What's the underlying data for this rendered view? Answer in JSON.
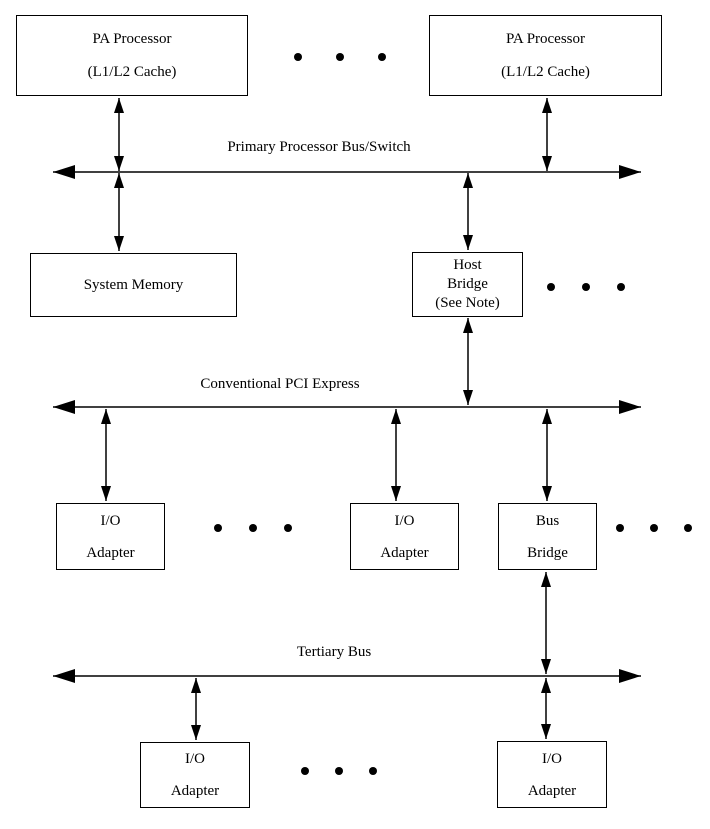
{
  "nodes": {
    "pa_processor_left": {
      "lines": [
        "PA Processor",
        "(L1/L2 Cache)"
      ]
    },
    "pa_processor_right": {
      "lines": [
        "PA Processor",
        "(L1/L2 Cache)"
      ]
    },
    "system_memory": {
      "lines": [
        "System Memory"
      ]
    },
    "host_bridge": {
      "lines": [
        "Host",
        "Bridge",
        "(See Note)"
      ]
    },
    "io_adapter_1": {
      "lines": [
        "I/O",
        "Adapter"
      ]
    },
    "io_adapter_2": {
      "lines": [
        "I/O",
        "Adapter"
      ]
    },
    "bus_bridge": {
      "lines": [
        "Bus",
        "Bridge"
      ]
    },
    "io_adapter_3": {
      "lines": [
        "I/O",
        "Adapter"
      ]
    },
    "io_adapter_4": {
      "lines": [
        "I/O",
        "Adapter"
      ]
    }
  },
  "buses": {
    "primary": {
      "label": "Primary Processor Bus/Switch"
    },
    "pci_express": {
      "label": "Conventional PCI Express"
    },
    "tertiary": {
      "label": "Tertiary Bus"
    }
  },
  "colors": {
    "line": "#000000",
    "text": "#000000",
    "background": "#ffffff"
  }
}
